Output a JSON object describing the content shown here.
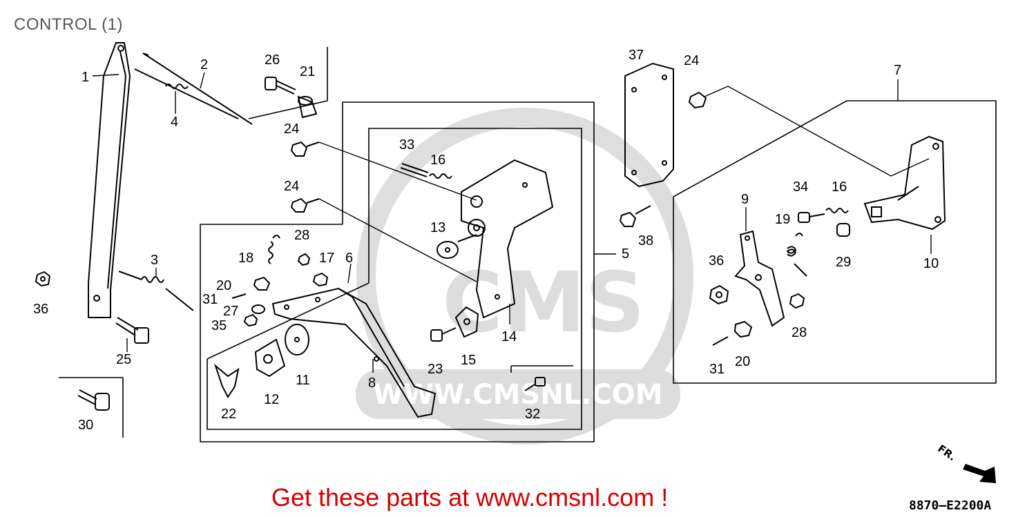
{
  "page": {
    "title": "CONTROL (1)",
    "footer": "Get these parts at www.cmsnl.com !",
    "diagram_code": "8870—E2200A",
    "fr_label": "FR.",
    "watermark_logo": "CMS",
    "watermark_url": "WWW.CMSNL.COM"
  },
  "callouts": [
    {
      "num": "1"
    },
    {
      "num": "2"
    },
    {
      "num": "3"
    },
    {
      "num": "4"
    },
    {
      "num": "5"
    },
    {
      "num": "6"
    },
    {
      "num": "7"
    },
    {
      "num": "8"
    },
    {
      "num": "9"
    },
    {
      "num": "10"
    },
    {
      "num": "11"
    },
    {
      "num": "12"
    },
    {
      "num": "13"
    },
    {
      "num": "14"
    },
    {
      "num": "15"
    },
    {
      "num": "16"
    },
    {
      "num": "16"
    },
    {
      "num": "17"
    },
    {
      "num": "18"
    },
    {
      "num": "19"
    },
    {
      "num": "20"
    },
    {
      "num": "20"
    },
    {
      "num": "21"
    },
    {
      "num": "22"
    },
    {
      "num": "23"
    },
    {
      "num": "24"
    },
    {
      "num": "24"
    },
    {
      "num": "24"
    },
    {
      "num": "25"
    },
    {
      "num": "26"
    },
    {
      "num": "27"
    },
    {
      "num": "28"
    },
    {
      "num": "28"
    },
    {
      "num": "29"
    },
    {
      "num": "30"
    },
    {
      "num": "31"
    },
    {
      "num": "31"
    },
    {
      "num": "32"
    },
    {
      "num": "33"
    },
    {
      "num": "34"
    },
    {
      "num": "35"
    },
    {
      "num": "36"
    },
    {
      "num": "36"
    },
    {
      "num": "37"
    },
    {
      "num": "38"
    }
  ]
}
